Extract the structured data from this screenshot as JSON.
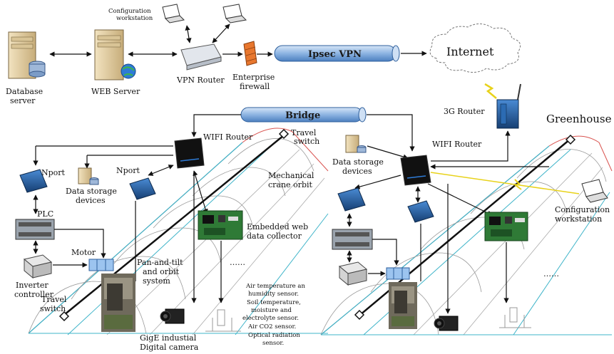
{
  "labels": {
    "config_ws_top": [
      "Configuration",
      "workstation"
    ],
    "database_server": [
      "Database",
      "server"
    ],
    "web_server": "WEB Server",
    "vpn_router": "VPN Router",
    "enterprise_firewall": [
      "Enterprise",
      "firewall"
    ],
    "ipsec_vpn": "Ipsec VPN",
    "internet": "Internet",
    "bridge": "Bridge",
    "router_3g": "3G Router",
    "greenhouse": "Greenhouse",
    "wifi_router_left": "WIFI Router",
    "travel_switch_top": [
      "Travel",
      "switch"
    ],
    "nport_1": "Nport",
    "nport_2": "Nport",
    "data_storage_left": [
      "Data storage",
      "devices"
    ],
    "mechanical_crane": [
      "Mechanical",
      "crane orbit"
    ],
    "plc": "PLC",
    "embedded_collector": [
      "Embedded web",
      "data collector"
    ],
    "motor": "Motor",
    "pan_tilt": [
      "Pan-and-tilt",
      "and orbit",
      "system"
    ],
    "inverter": [
      "Inverter",
      "controller"
    ],
    "travel_switch_bottom": [
      "Travel",
      "switch"
    ],
    "sensors": [
      "Air temperature an",
      "humidity sensor.",
      "Soil temperature,",
      "moisture and",
      "electrolyte sensor.",
      "Air CO2 sensor.",
      "Optical radiation",
      "sensor."
    ],
    "gige_camera": [
      "GigE industial",
      "Digital camera"
    ],
    "dots_left": "……",
    "data_storage_right": [
      "Data storage",
      "devices"
    ],
    "wifi_router_right": "WIFI Router",
    "config_ws_right": [
      "Configuration",
      "workstation"
    ],
    "dots_right": "……"
  },
  "colors": {
    "pipe_fill": "#a9c7ea",
    "pipe_stroke": "#2e5f9c",
    "greenhouse_red": "#d9534f",
    "greenhouse_cyan": "#3fb4c9",
    "device_blue": "#1f5fa8",
    "firewall": "#e8772e"
  }
}
